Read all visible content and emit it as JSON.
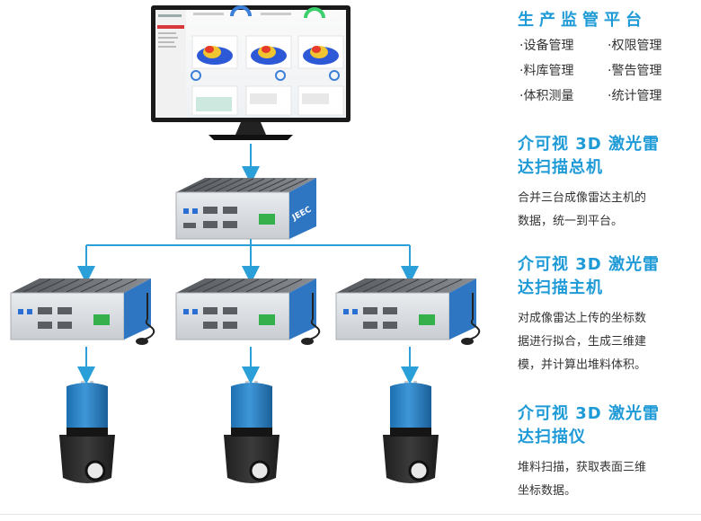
{
  "platform": {
    "title": "生产监管平台",
    "features": [
      "设备管理",
      "权限管理",
      "料库管理",
      "警告管理",
      "体积测量",
      "统计管理"
    ]
  },
  "blocks": [
    {
      "title_line1": "介可视 3D 激光雷",
      "title_line2": "达扫描总机",
      "desc_line1": "合并三台成像雷达主机的",
      "desc_line2": "数据，统一到平台。"
    },
    {
      "title_line1": "介可视 3D 激光雷",
      "title_line2": "达扫描主机",
      "desc_line1": "对成像雷达上传的坐标数",
      "desc_line2": "据进行拟合，生成三维建",
      "desc_line3": "模，并计算出堆料体积。"
    },
    {
      "title_line1": "介可视 3D 激光雷",
      "title_line2": "达扫描仪",
      "desc_line1": "堆料扫描，获取表面三维",
      "desc_line2": "坐标数据。"
    }
  ],
  "device_brand": "JEEC",
  "colors": {
    "accent": "#1e9ad6",
    "arrow": "#2a9fd8",
    "lidar_blue": "#2a7fc4",
    "lidar_dark": "#2b2b2b"
  }
}
